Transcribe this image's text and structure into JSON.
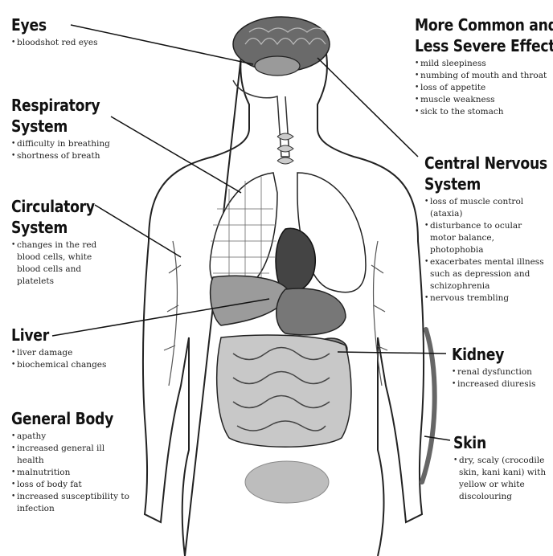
{
  "groups": {
    "eyes": {
      "title": "Eyes",
      "items": [
        "bloodshot red eyes"
      ]
    },
    "common": {
      "title_lines": [
        "More Common and",
        "Less Severe Effects"
      ],
      "items": [
        "mild sleepiness",
        "numbing of mouth and throat",
        "loss of appetite",
        "muscle weakness",
        "sick to the stomach"
      ]
    },
    "respiratory": {
      "title_lines": [
        "Respiratory",
        "System"
      ],
      "items": [
        "difficulty in breathing",
        "shortness of breath"
      ]
    },
    "cns": {
      "title_lines": [
        "Central Nervous",
        "System"
      ],
      "items": [
        "loss of muscle control (ataxia)",
        "disturbance to ocular motor balance, photophobia",
        "exacerbates mental illness such as depression and schizophrenia",
        "nervous trembling"
      ]
    },
    "circulatory": {
      "title_lines": [
        "Circulatory",
        "System"
      ],
      "items": [
        "changes in the red blood cells, white blood cells and platelets"
      ]
    },
    "liver": {
      "title": "Liver",
      "items": [
        "liver damage",
        "biochemical changes"
      ]
    },
    "kidney": {
      "title": "Kidney",
      "items": [
        "renal dysfunction",
        "increased diuresis"
      ]
    },
    "general": {
      "title": "General Body",
      "items": [
        "apathy",
        "increased general ill health",
        "malnutrition",
        "loss of body fat",
        "increased susceptibility to infection"
      ]
    },
    "skin": {
      "title": "Skin",
      "items": [
        "dry, scaly (crocodile skin, kani kani) with yellow or white discolouring"
      ]
    }
  }
}
